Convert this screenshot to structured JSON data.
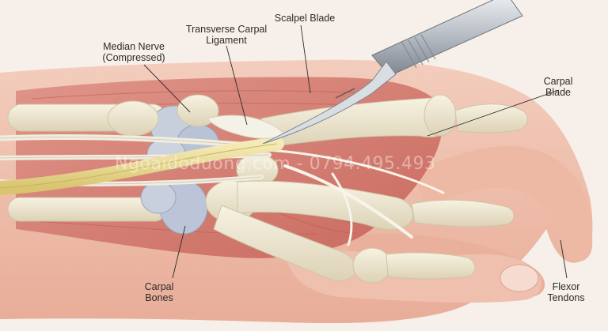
{
  "labels": {
    "median_nerve": [
      "Median Nerve",
      "(Compressed)"
    ],
    "transverse_ligament": [
      "Transverse Carpal",
      "Ligament"
    ],
    "scalpel_blade": [
      "Scalpel Blade"
    ],
    "carpal_blade": [
      "Carpal",
      "Blade"
    ],
    "carpal_bones": [
      "Carpal",
      "Bones"
    ],
    "flexor_tendons": [
      "Flexor",
      "Tendons"
    ]
  },
  "watermark": "Ngoaidoduong.com - 0794.495.493",
  "colors": {
    "background": "#f6ece6",
    "skin": "#efc0ad",
    "muscle": "#d98478",
    "bone": "#efe8d2",
    "nerve": "#e9d98f",
    "compressed_nerve": "#b9c3d6",
    "steel": "#b7bdc4",
    "leader_line": "#2b2b2b"
  }
}
